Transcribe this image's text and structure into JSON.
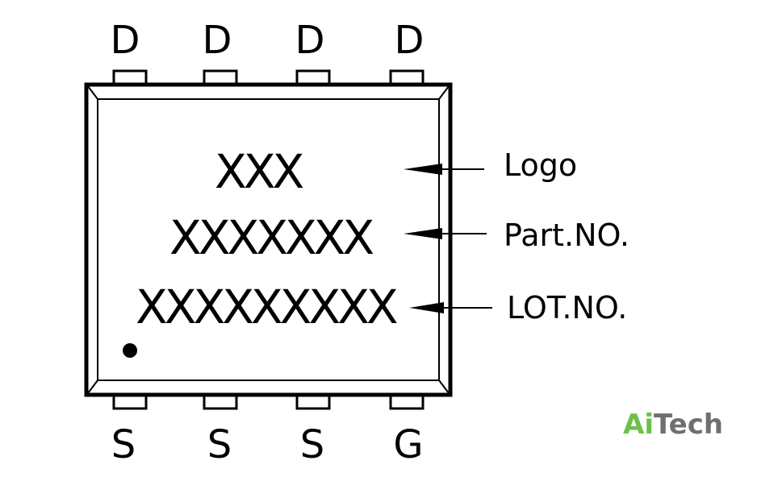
{
  "top_pins": [
    "D",
    "D",
    "D",
    "D"
  ],
  "bottom_pins": [
    "S",
    "S",
    "S",
    "G"
  ],
  "marking_lines": [
    "XXX",
    "XXXXXXX",
    "XXXXXXXXX"
  ],
  "callouts": [
    "Logo",
    "Part.NO.",
    "LOT.NO."
  ],
  "brand": {
    "part1": "Ai",
    "part2": "Tech",
    "color1": "#6cc04a",
    "color2": "#6f6f6f"
  }
}
